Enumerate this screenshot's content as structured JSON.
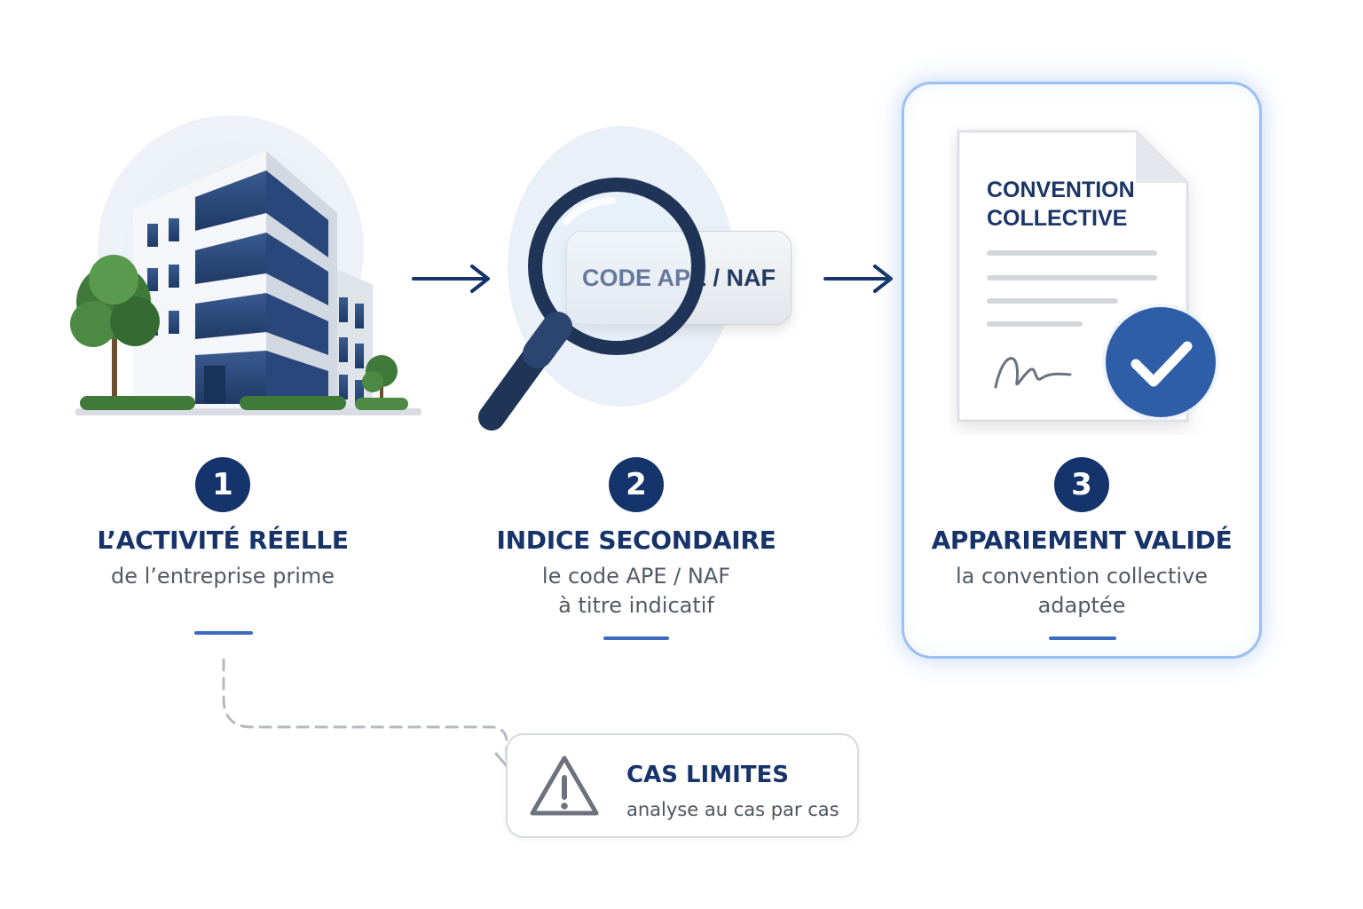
{
  "steps": [
    {
      "number": "1",
      "title": "L’ACTIVITÉ RÉELLE",
      "description": [
        "de l’entreprise prime"
      ]
    },
    {
      "number": "2",
      "title": "INDICE SECONDAIRE",
      "description": [
        "le code APE / NAF",
        "à titre indicatif"
      ]
    },
    {
      "number": "3",
      "title": "APPARIEMENT VALIDÉ",
      "description": [
        "la convention collective",
        "adaptée"
      ]
    }
  ],
  "code_label": "CODE APE / NAF",
  "document": {
    "title_line1": "CONVENTION",
    "title_line2": "COLLECTIVE"
  },
  "edge_case": {
    "title": "CAS LIMITES",
    "subtitle": "analyse au cas par cas"
  },
  "colors": {
    "navy": "#15346b",
    "accent": "#3c6cc2",
    "highlight_border": "#9dc0f2",
    "text_gray": "#525a66"
  }
}
